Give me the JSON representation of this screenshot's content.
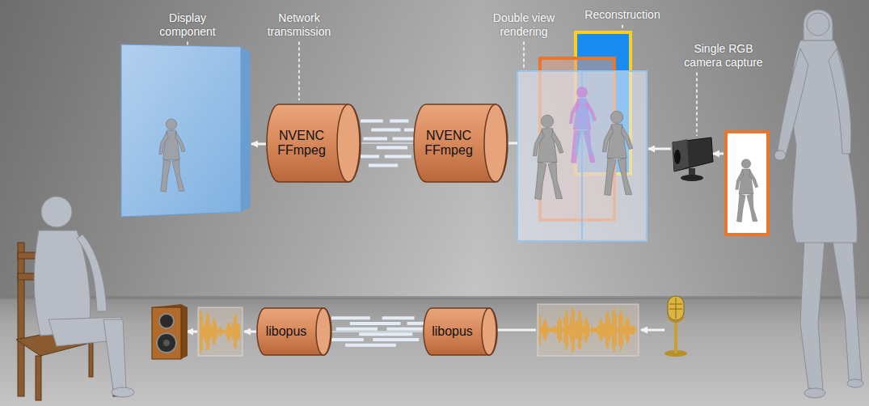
{
  "diagram": {
    "nodes": [
      {
        "text": [
          "NVENC FFmpeg"
        ]
      },
      {
        "text": [
          "NVENC FFmpeg"
        ]
      },
      {
        "text": [
          "libopus"
        ]
      },
      {
        "text": [
          "libopus"
        ]
      }
    ],
    "edges": [
      {
        "from": 1,
        "to": 0,
        "arrow": "none"
      },
      {
        "from": 3,
        "to": 2,
        "arrow": "none"
      }
    ],
    "labels": [
      "Display component",
      "Network transmission",
      "Double view rendering",
      "Reconstruction",
      "Single RGB camera capture"
    ]
  }
}
